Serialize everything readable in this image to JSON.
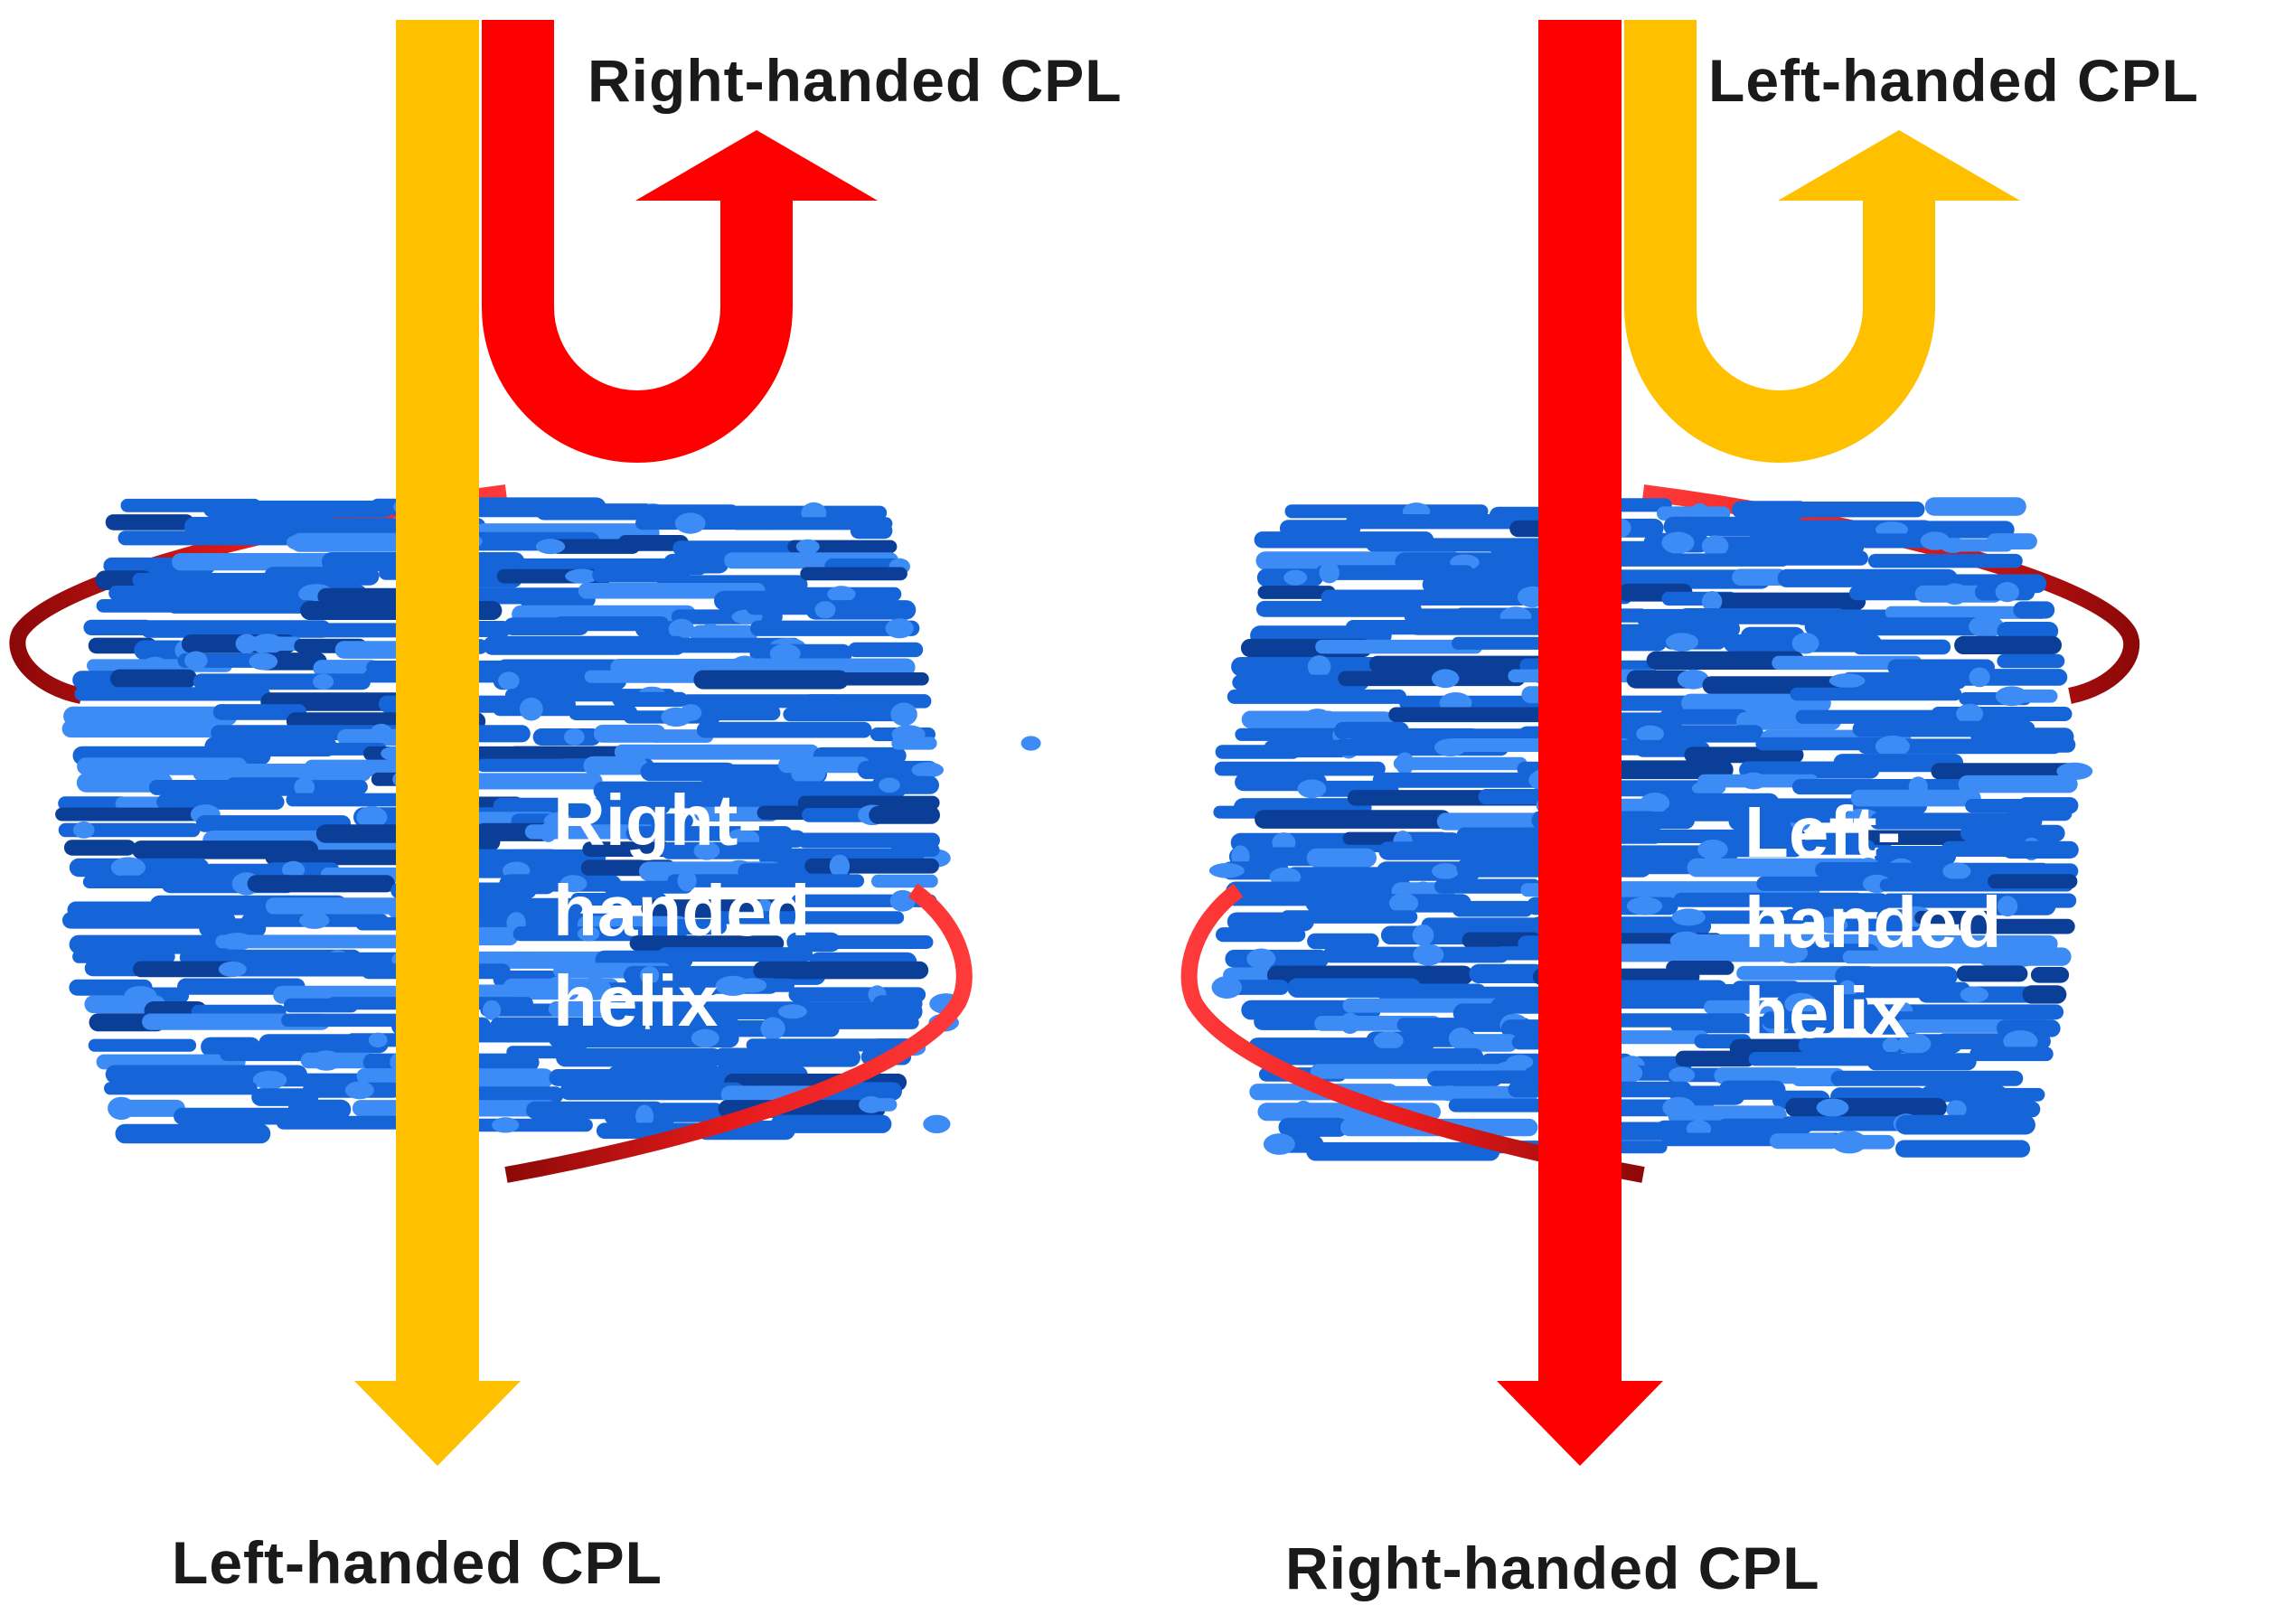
{
  "colors": {
    "yellow": "#FFC000",
    "red": "#FF0000",
    "rod_blue": "#1565D8",
    "rod_blue_dark": "#0B3E96",
    "rod_blue_light": "#3D8BF5",
    "ribbon_red": "#E01818",
    "ribbon_red_dark": "#9A0A0A"
  },
  "left_panel": {
    "reflected_label": "Right-handed CPL",
    "transmitted_label": "Left-handed CPL",
    "helix_label_lines": [
      "Right-",
      "handed",
      "helix"
    ]
  },
  "right_panel": {
    "reflected_label": "Left-handed CPL",
    "transmitted_label": "Right-handed CPL",
    "helix_label_lines": [
      "Left-",
      "handed",
      "helix"
    ]
  },
  "icons": [
    "yellow-straight-arrow",
    "red-u-turn-arrow",
    "red-straight-arrow",
    "yellow-u-turn-arrow",
    "blue-rod-stack",
    "red-helix-ribbon"
  ]
}
